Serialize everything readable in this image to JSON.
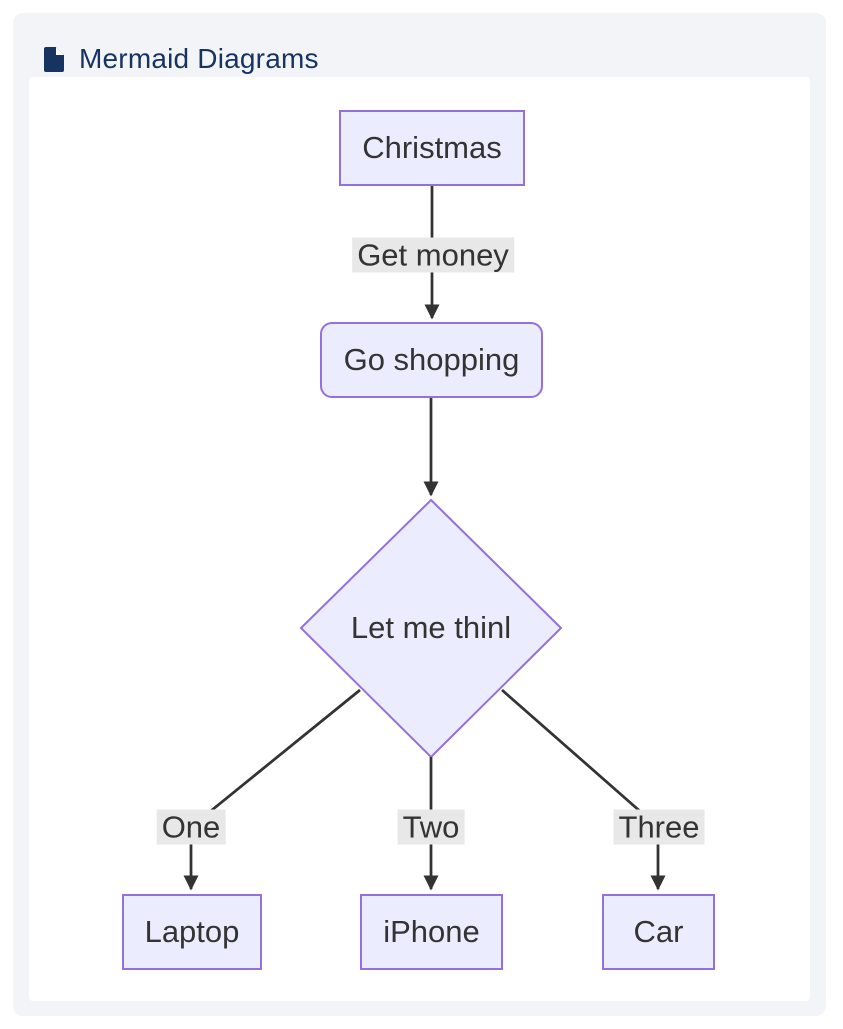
{
  "header": {
    "title": "Mermaid Diagrams",
    "icon": "document-icon"
  },
  "diagram": {
    "type": "flowchart",
    "direction": "top-down",
    "nodes": [
      {
        "id": "A",
        "label": "Christmas",
        "shape": "rectangle"
      },
      {
        "id": "B",
        "label": "Go shopping",
        "shape": "rounded-rectangle"
      },
      {
        "id": "C",
        "label": "Let me thinl",
        "shape": "diamond"
      },
      {
        "id": "D",
        "label": "Laptop",
        "shape": "rectangle"
      },
      {
        "id": "E",
        "label": "iPhone",
        "shape": "rectangle"
      },
      {
        "id": "F",
        "label": "Car",
        "shape": "rectangle"
      }
    ],
    "edges": [
      {
        "from": "A",
        "to": "B",
        "label": "Get money"
      },
      {
        "from": "B",
        "to": "C",
        "label": ""
      },
      {
        "from": "C",
        "to": "D",
        "label": "One"
      },
      {
        "from": "C",
        "to": "E",
        "label": "Two"
      },
      {
        "from": "C",
        "to": "F",
        "label": "Three"
      }
    ],
    "colors": {
      "node_fill": "#ECECFF",
      "node_border": "#9370DB",
      "edge_line": "#333333",
      "edge_label_bg": "#e8e8e8",
      "node_text": "#333333",
      "header_text": "#17335f",
      "card_bg": "#f2f4f7",
      "canvas_bg": "#ffffff"
    }
  }
}
